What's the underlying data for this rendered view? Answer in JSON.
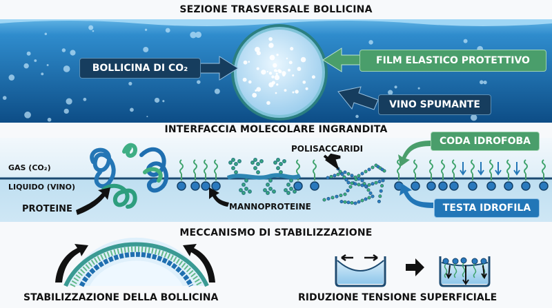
{
  "section1": {
    "title": "SEZIONE TRASVERSALE BOLLICINA",
    "labels": {
      "bubble": "BOLLICINA DI CO₂",
      "film": "FILM ELASTICO PROTETTIVO",
      "wine": "VINO SPUMANTE"
    }
  },
  "section2": {
    "title": "INTERFACCIA MOLECOLARE INGRANDITA",
    "labels": {
      "gas": "GAS (CO₂)",
      "liquid": "LIQUIDO (VINO)",
      "proteins": "PROTEINE",
      "mannoproteins": "MANNOPROTEINE",
      "polysaccharides": "POLISACCARIDI",
      "tail": "CODA IDROFOBA",
      "head": "TESTA IDROFILA"
    }
  },
  "section3": {
    "title": "MECCANISMO DI STABILIZZAZIONE",
    "captions": {
      "left": "STABILIZZAZIONE DELLA BOLLICINA",
      "right": "RIDUZIONE TENSIONE SUPERFICIALE"
    }
  },
  "colors": {
    "navy": "#163d5e",
    "green": "#4a9e6b",
    "blue": "#2276b7",
    "water": "#1d6fb0"
  }
}
